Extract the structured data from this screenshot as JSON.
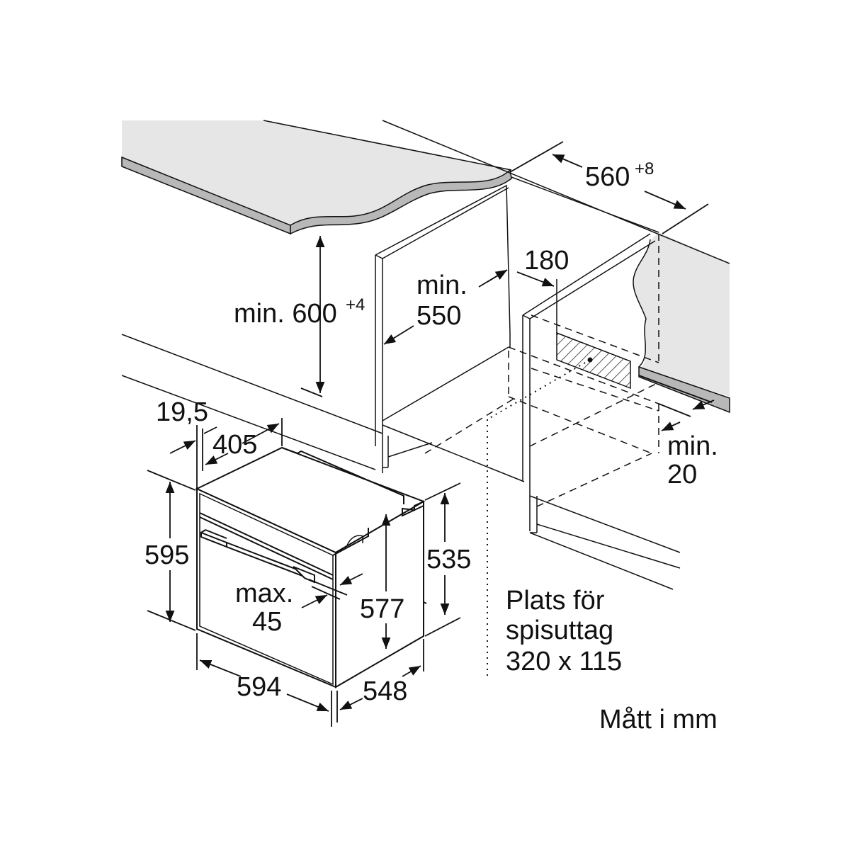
{
  "labels": {
    "h560": "560",
    "h560_tol": "+8",
    "v180": "180",
    "min550_a": "min.",
    "min550_b": "550",
    "min600": "min. 600",
    "min600_tol": "+4",
    "d19_5": "19,5",
    "d405": "405",
    "d595": "595",
    "d535": "535",
    "d577": "577",
    "max45_a": "max.",
    "max45_b": "45",
    "d594": "594",
    "d548": "548",
    "min20_a": "min.",
    "min20_b": "20",
    "outlet_1": "Plats för",
    "outlet_2": "spisuttag",
    "outlet_3": "320 x 115",
    "units": "Mått i mm"
  },
  "colors": {
    "line": "#111111",
    "counter_fill": "#e6e6e6",
    "counter_edge": "#b8b8b8",
    "hatch": "#555555"
  }
}
